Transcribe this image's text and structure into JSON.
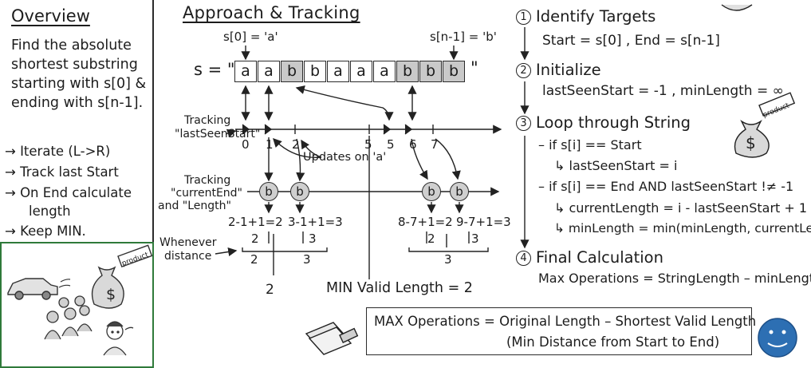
{
  "overview": {
    "title": "Overview",
    "description": "Find the absolute shortest substring starting with s[0] & ending with s[n-1].",
    "bullets": [
      "→ Iterate (L->R)",
      "→ Track last Start",
      "→ On End calculate",
      "length",
      "→ Keep MIN."
    ]
  },
  "approach": {
    "title": "Approach & Tracking",
    "s0_label": "s[0] = 'a'",
    "sn_label": "s[n-1] = 'b'",
    "s_prefix": "s = \"",
    "s_suffix": "\"",
    "chars": [
      "a",
      "a",
      "b",
      "b",
      "a",
      "a",
      "a",
      "b",
      "b",
      "b"
    ],
    "tracking_start_label_1": "Tracking",
    "tracking_start_label_2": "\"lastSeenStart\"",
    "timeline_ticks": [
      "0",
      "1",
      "2",
      "5",
      "5",
      "6",
      "7"
    ],
    "updates_label": "Updates on 'a'",
    "tracking_end_label_1": "Tracking",
    "tracking_end_label_2": "\"currentEnd\"",
    "tracking_end_label_3": "and \"Length\"",
    "b_label": "b",
    "calc_1": "2-1+1=2",
    "calc_2": "3-1+1=3",
    "calc_3": "8-7+1=2",
    "calc_4": "9-7+1=3",
    "whenever_1": "Whenever",
    "whenever_2": "distance",
    "dist_2": "2",
    "dist_3": "3",
    "final_2": "2",
    "min_valid": "MIN Valid Length = 2"
  },
  "steps": [
    {
      "num": "1",
      "title": "Identify Targets",
      "lines": [
        "Start = s[0] , End = s[n-1]"
      ]
    },
    {
      "num": "2",
      "title": "Initialize",
      "lines": [
        "lastSeenStart = -1 , minLength = ∞"
      ]
    },
    {
      "num": "3",
      "title": "Loop through String",
      "lines": [
        "– if s[i] == Start",
        "↳ lastSeenStart = i",
        "– if s[i] == End AND lastSeenStart !≠ -1",
        "↳ currentLength = i - lastSeenStart + 1",
        "↳ minLength = min(minLength, currentLength)"
      ]
    },
    {
      "num": "4",
      "title": "Final Calculation",
      "lines": [
        "Max Operations = StringLength – minLength"
      ]
    }
  ],
  "max_box": {
    "line1": "MAX Operations = Original Length – Shortest Valid Length",
    "line2": "(Min Distance from Start to End)"
  },
  "tags": {
    "product": "product",
    "dollar": "$"
  },
  "colors": {
    "smiley": "#2d6fb3",
    "sketch_border": "#2f7a3a",
    "cell_shade": "#c9c9c9",
    "circle_fill": "#cfcfcf"
  }
}
